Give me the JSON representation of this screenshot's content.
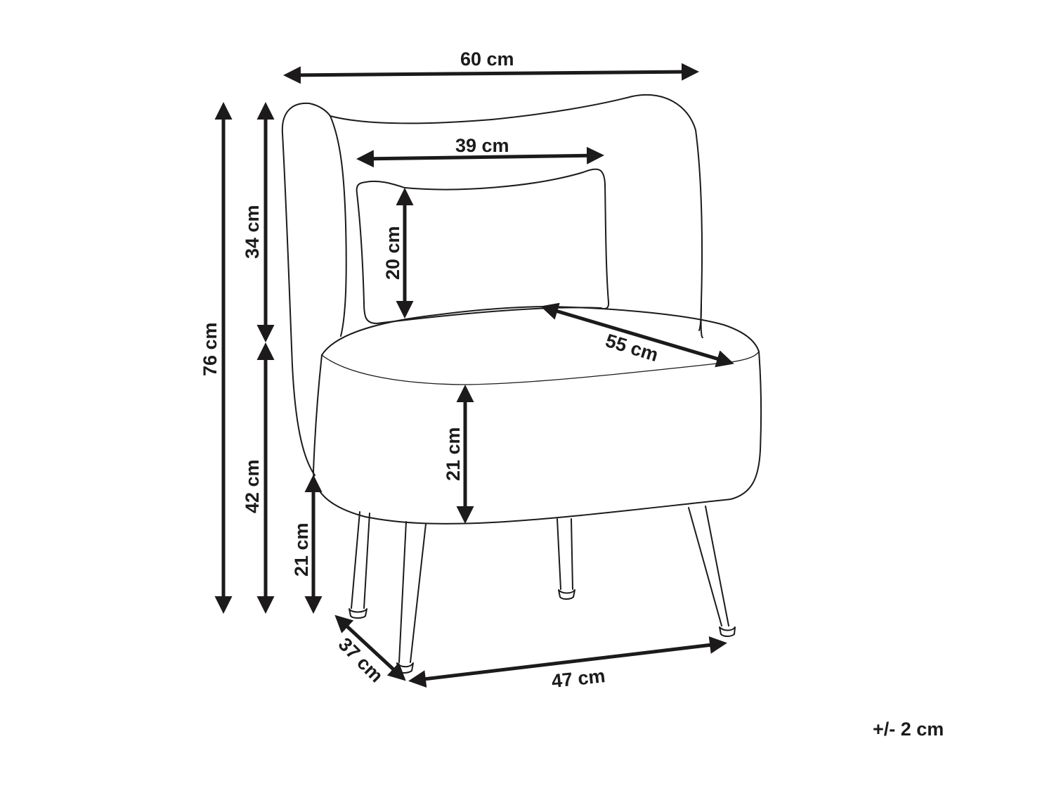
{
  "diagram": {
    "subject": "Accent chair dimension drawing",
    "colors": {
      "line": "#1c1a1b",
      "background": "#ffffff"
    },
    "dimensions": {
      "overall_width": "60 cm",
      "cushion_width": "39 cm",
      "cushion_height": "20 cm",
      "seat_depth": "55 cm",
      "seat_cushion_thickness": "21 cm",
      "overall_height": "76 cm",
      "backrest_height": "34 cm",
      "seat_height": "42 cm",
      "leg_height": "21 cm",
      "leg_span_depth": "37 cm",
      "leg_span_width": "47 cm"
    },
    "tolerance": "+/- 2 cm"
  }
}
